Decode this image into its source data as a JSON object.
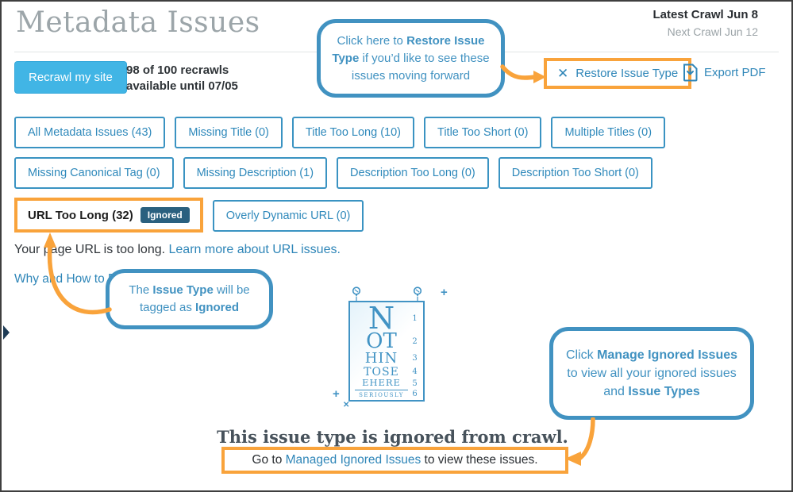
{
  "colors": {
    "accent_blue": "#2f86b8",
    "callout_blue": "#4192c1",
    "annotation_orange": "#f9a33b",
    "recrawl_blue": "#41b5e5",
    "badge_navy": "#2a607f"
  },
  "header": {
    "title": "Metadata Issues",
    "latest_crawl": "Latest Crawl Jun 8",
    "next_crawl": "Next Crawl Jun 12"
  },
  "toolbar": {
    "recrawl_label": "Recrawl my site",
    "recrawl_info_line1": "98 of 100 recrawls",
    "recrawl_info_line2": "available until 07/05",
    "close_icon": "✕",
    "restore_label": "Restore Issue Type",
    "export_label": "Export PDF"
  },
  "filters": {
    "row1": [
      "All Metadata Issues (43)",
      "Missing Title (0)",
      "Title Too Long (10)",
      "Title Too Short (0)",
      "Multiple Titles (0)"
    ],
    "row2": [
      "Missing Canonical Tag (0)",
      "Missing Description (1)",
      "Description Too Long (0)",
      "Description Too Short (0)"
    ],
    "ignored_tab": {
      "label": "URL Too Long (32)",
      "badge": "Ignored"
    },
    "row3": [
      "Overly Dynamic URL (0)"
    ]
  },
  "description": {
    "text": "Your page URL is too long. ",
    "link": "Learn more about URL issues.",
    "why_link": "Why and How to F"
  },
  "callouts": {
    "restore": {
      "p1": "Click here to ",
      "b1": "Restore Issue Type",
      "p2": " if you’d like to see these issues moving forward"
    },
    "ignored": {
      "p1": "The ",
      "b1": "Issue Type",
      "p2": " will be tagged as ",
      "b2": "Ignored"
    },
    "manage": {
      "p1": "Click ",
      "b1": "Manage Ignored Issues",
      "p2": " to view all your ignored issues and ",
      "b2": "Issue Types"
    }
  },
  "eye_chart": {
    "lines": [
      "N",
      "OT",
      "HIN",
      "TOSE",
      "EHERE"
    ],
    "footer_line": "SERIOUSLY",
    "numbers": [
      "1",
      "2",
      "3",
      "4",
      "5",
      "6"
    ],
    "deco_plus_top": "+",
    "deco_plus_bottom": "+",
    "deco_x": "✕"
  },
  "footer": {
    "heading": "This issue type is ignored from crawl.",
    "goto_pre": "Go to ",
    "goto_link": "Managed Ignored Issues",
    "goto_post": " to view these issues."
  }
}
